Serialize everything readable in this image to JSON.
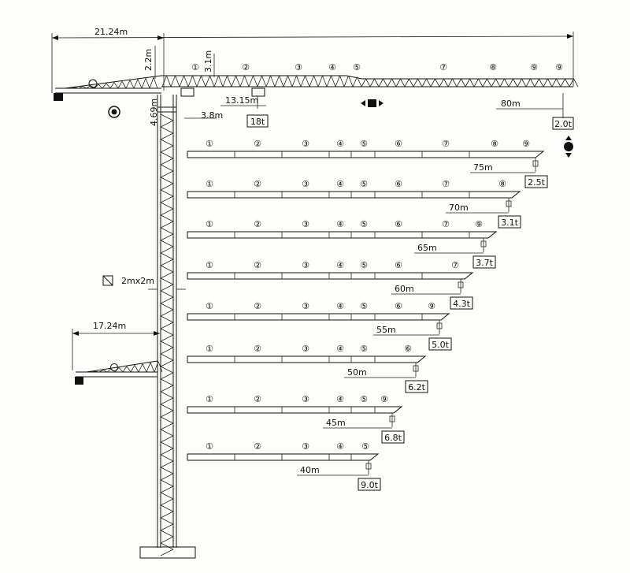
{
  "dimensions": {
    "jib_length": "21.24m",
    "cathead_height": "2.2m",
    "boom_depth": "3.1m",
    "top_height": "4.69m",
    "offset_small": "3.8m",
    "reach_at_18t": "13.15m",
    "max_load": "18t",
    "tower_section": "2mx2m",
    "lower_jib_length": "17.24m"
  },
  "top_boom": {
    "section_markers": [
      "①",
      "②",
      "③",
      "④",
      "⑤",
      "⑦",
      "⑧",
      "⑨",
      "⑨"
    ],
    "reach": "80m",
    "tip_load": "2.0t"
  },
  "configurations": [
    {
      "reach": "75m",
      "load": "2.5t",
      "sections": [
        "①",
        "②",
        "③",
        "④",
        "⑤",
        "⑥",
        "⑦",
        "⑧",
        "⑨"
      ]
    },
    {
      "reach": "70m",
      "load": "3.1t",
      "sections": [
        "①",
        "②",
        "③",
        "④",
        "⑤",
        "⑥",
        "⑦",
        "⑧"
      ]
    },
    {
      "reach": "65m",
      "load": "3.7t",
      "sections": [
        "①",
        "②",
        "③",
        "④",
        "⑤",
        "⑥",
        "⑦",
        "⑨"
      ]
    },
    {
      "reach": "60m",
      "load": "4.3t",
      "sections": [
        "①",
        "②",
        "③",
        "④",
        "⑤",
        "⑥",
        "⑦"
      ]
    },
    {
      "reach": "55m",
      "load": "5.0t",
      "sections": [
        "①",
        "②",
        "③",
        "④",
        "⑤",
        "⑥",
        "⑨"
      ]
    },
    {
      "reach": "50m",
      "load": "6.2t",
      "sections": [
        "①",
        "②",
        "③",
        "④",
        "⑤",
        "⑥"
      ]
    },
    {
      "reach": "45m",
      "load": "6.8t",
      "sections": [
        "①",
        "②",
        "③",
        "④",
        "⑤",
        "⑨"
      ]
    },
    {
      "reach": "40m",
      "load": "9.0t",
      "sections": [
        "①",
        "②",
        "③",
        "④",
        "⑤"
      ]
    }
  ]
}
